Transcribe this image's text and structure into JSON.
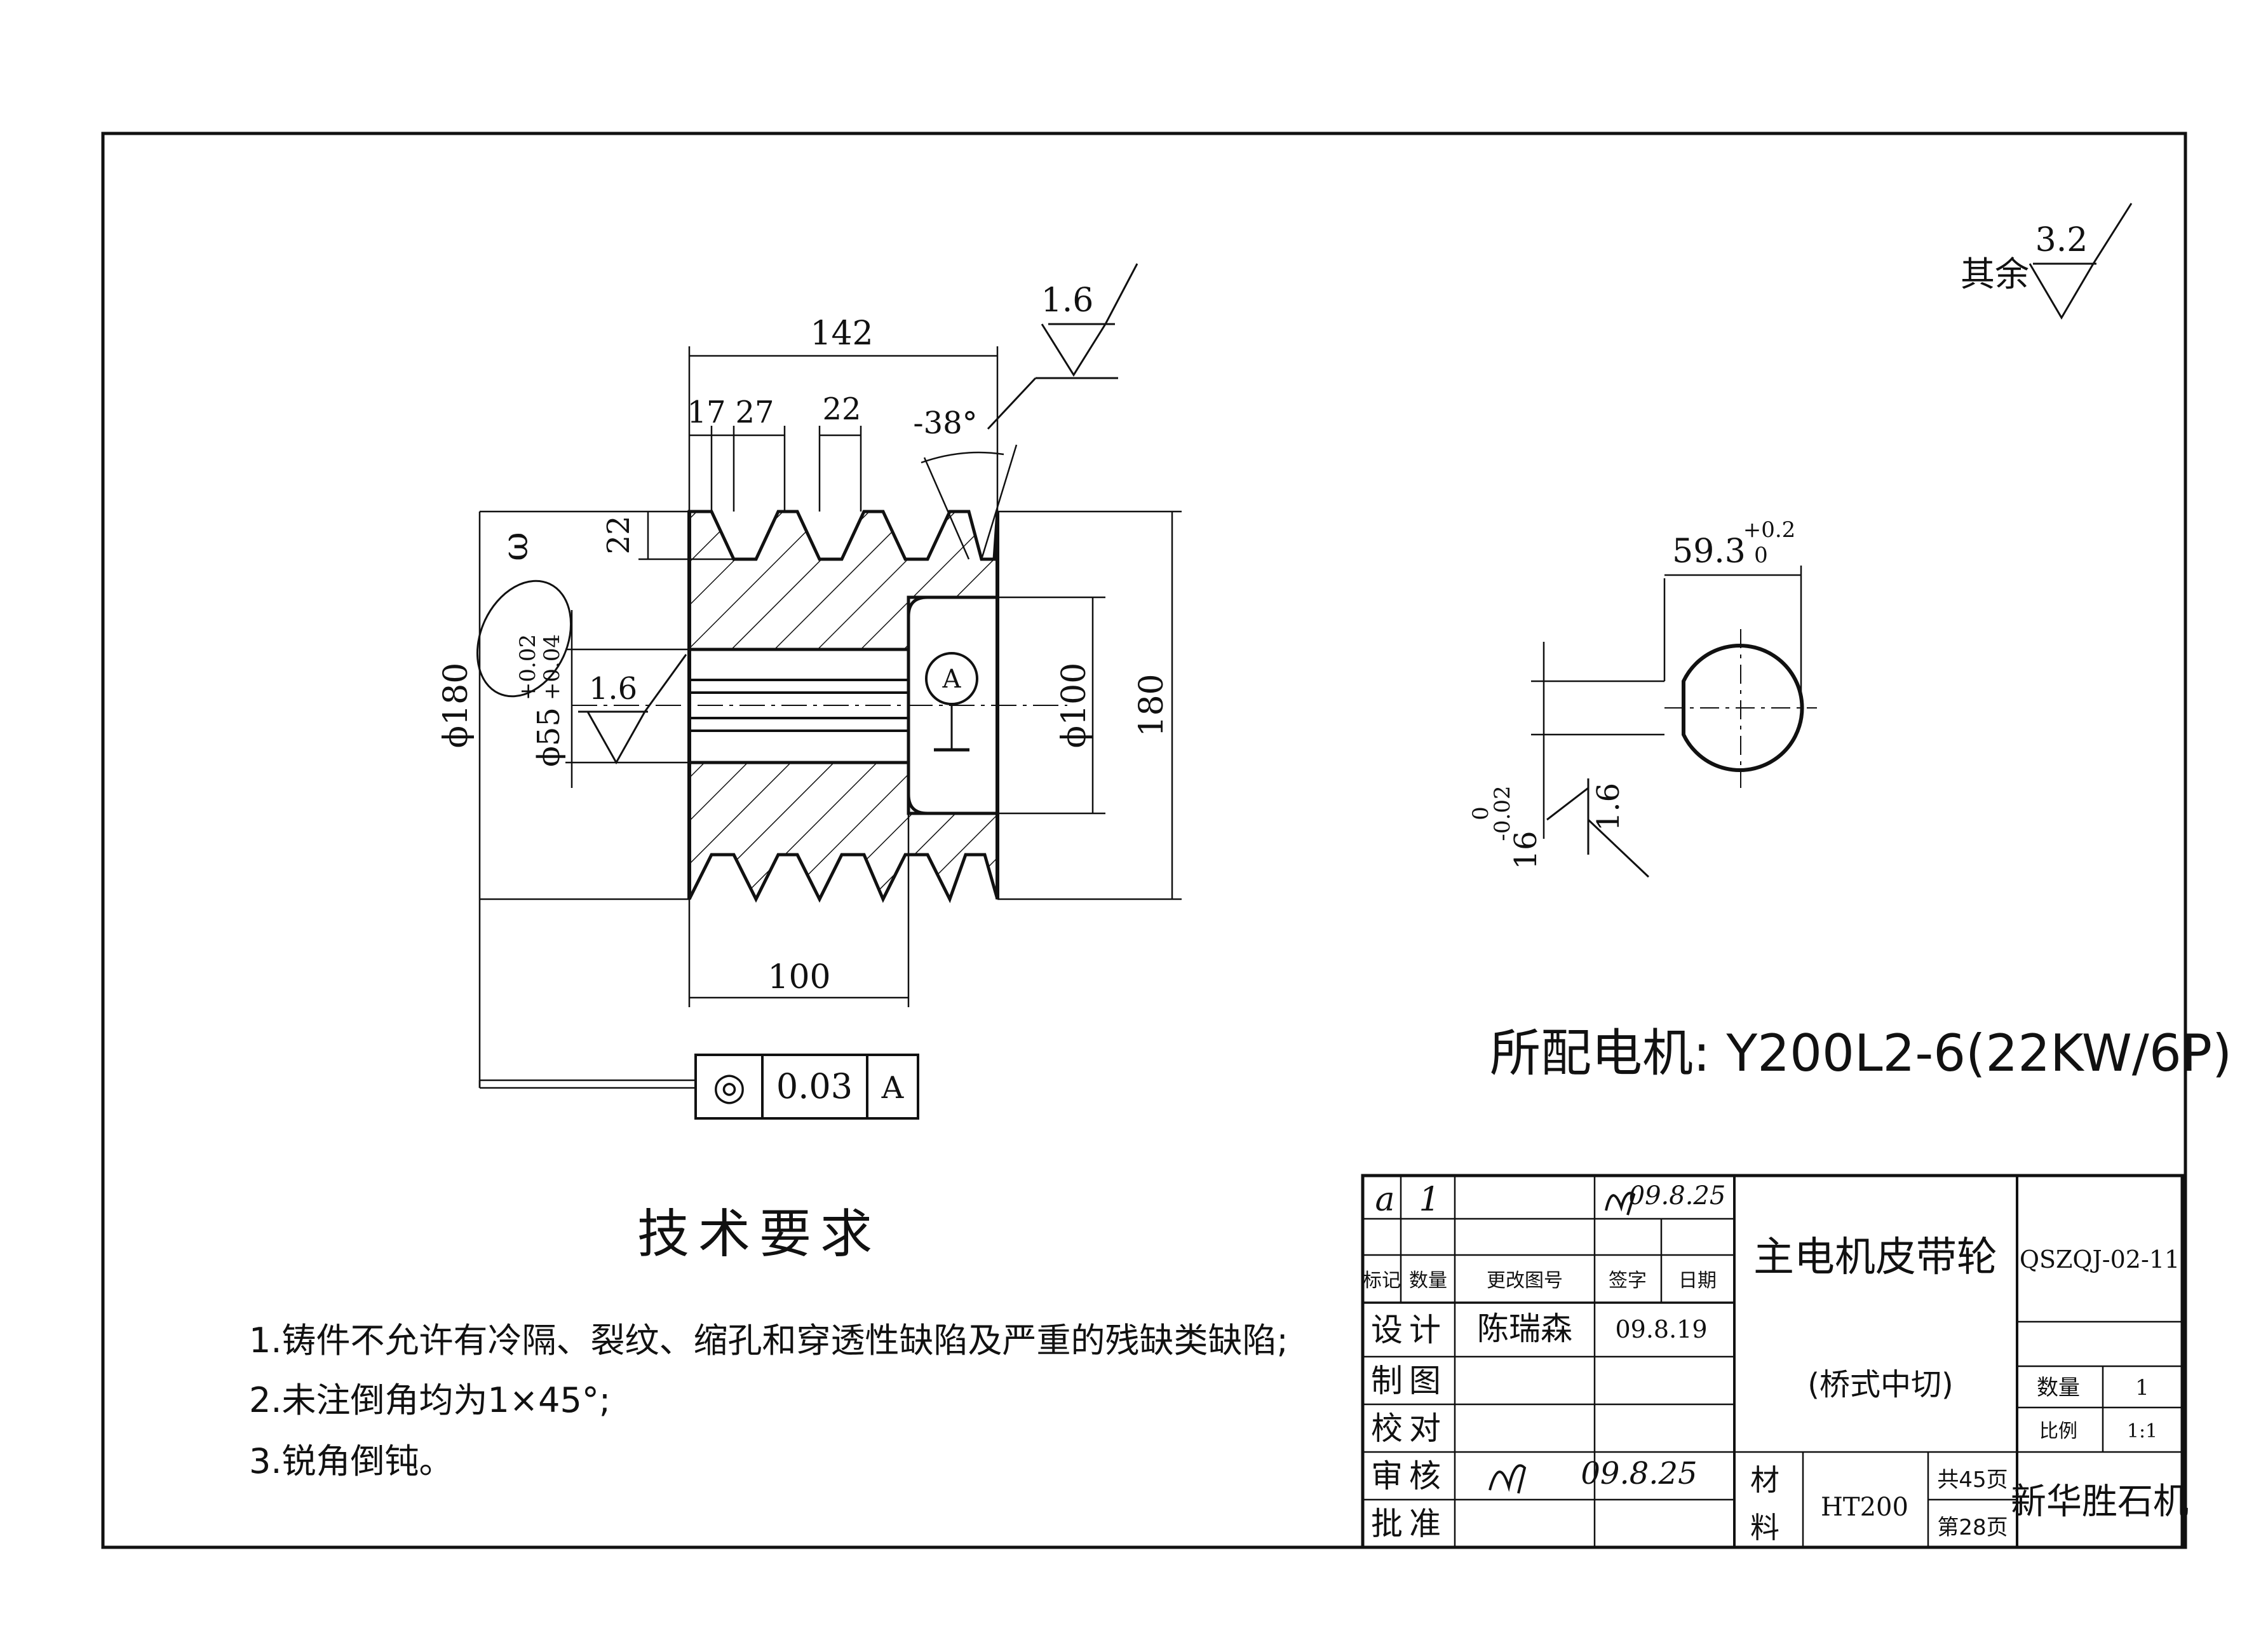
{
  "roughness": {
    "rest_label": "其余",
    "rest_value": "3.2",
    "top_value": "1.6",
    "bore_value": "1.6",
    "keyway_value": "1.6"
  },
  "dimensions": {
    "overall_width": "142",
    "groove_offset": "17",
    "groove_pitch": "27",
    "groove_top_width": "22",
    "groove_angle": "38°",
    "groove_depth": "22",
    "hub_width": "100",
    "outer_diameter": "ϕ180",
    "outer_height": "180",
    "hub_diameter": "ϕ100",
    "bore_diameter": "ϕ55",
    "bore_tol_upper": "+0.02",
    "bore_tol_lower": "+0.04",
    "keyway_depth": "59.3",
    "keyway_depth_tol_upper": "+0.2",
    "keyway_depth_tol_lower": "0",
    "keyway_width": "16",
    "keyway_width_tol_upper": "0",
    "keyway_width_tol_lower": "-0.02",
    "datum_label": "A",
    "section_mark": "ω"
  },
  "tolerance_frame": {
    "symbol": "◎",
    "value": "0.03",
    "datum": "A"
  },
  "motor_label": "所配电机: Y200L2-6(22KW/6P)",
  "tech_requirements": {
    "title": "技术要求",
    "items": [
      "1.铸件不允许有冷隔、裂纹、缩孔和穿透性缺陷及严重的残缺类缺陷;",
      "2.未注倒角均为1×45°;",
      "3.锐角倒钝。"
    ]
  },
  "title_block": {
    "revision_mark": "a",
    "revision_qty": "1",
    "revision_date": "09.8.25",
    "headers": {
      "mark": "标记",
      "qty": "数量",
      "doc": "更改图号",
      "sign": "签字",
      "date": "日期"
    },
    "rows": {
      "design": "设计",
      "designer": "陈瑞森",
      "design_date": "09.8.19",
      "drafting": "制图",
      "checking": "校对",
      "review": "审核",
      "review_date": "09.8.25",
      "approval": "批准"
    },
    "part_name": "主电机皮带轮",
    "drawing_no": "QSZQJ-02-11",
    "subtitle": "(桥式中切)",
    "qty_label": "数量",
    "qty_value": "1",
    "scale_label": "比例",
    "scale_value": "1:1",
    "material_label_1": "材",
    "material_label_2": "料",
    "material": "HT200",
    "total_pages": "共45页",
    "page": "第28页",
    "company": "新华胜石机"
  },
  "colors": {
    "ink": "#111111",
    "paper": "#ffffff"
  }
}
